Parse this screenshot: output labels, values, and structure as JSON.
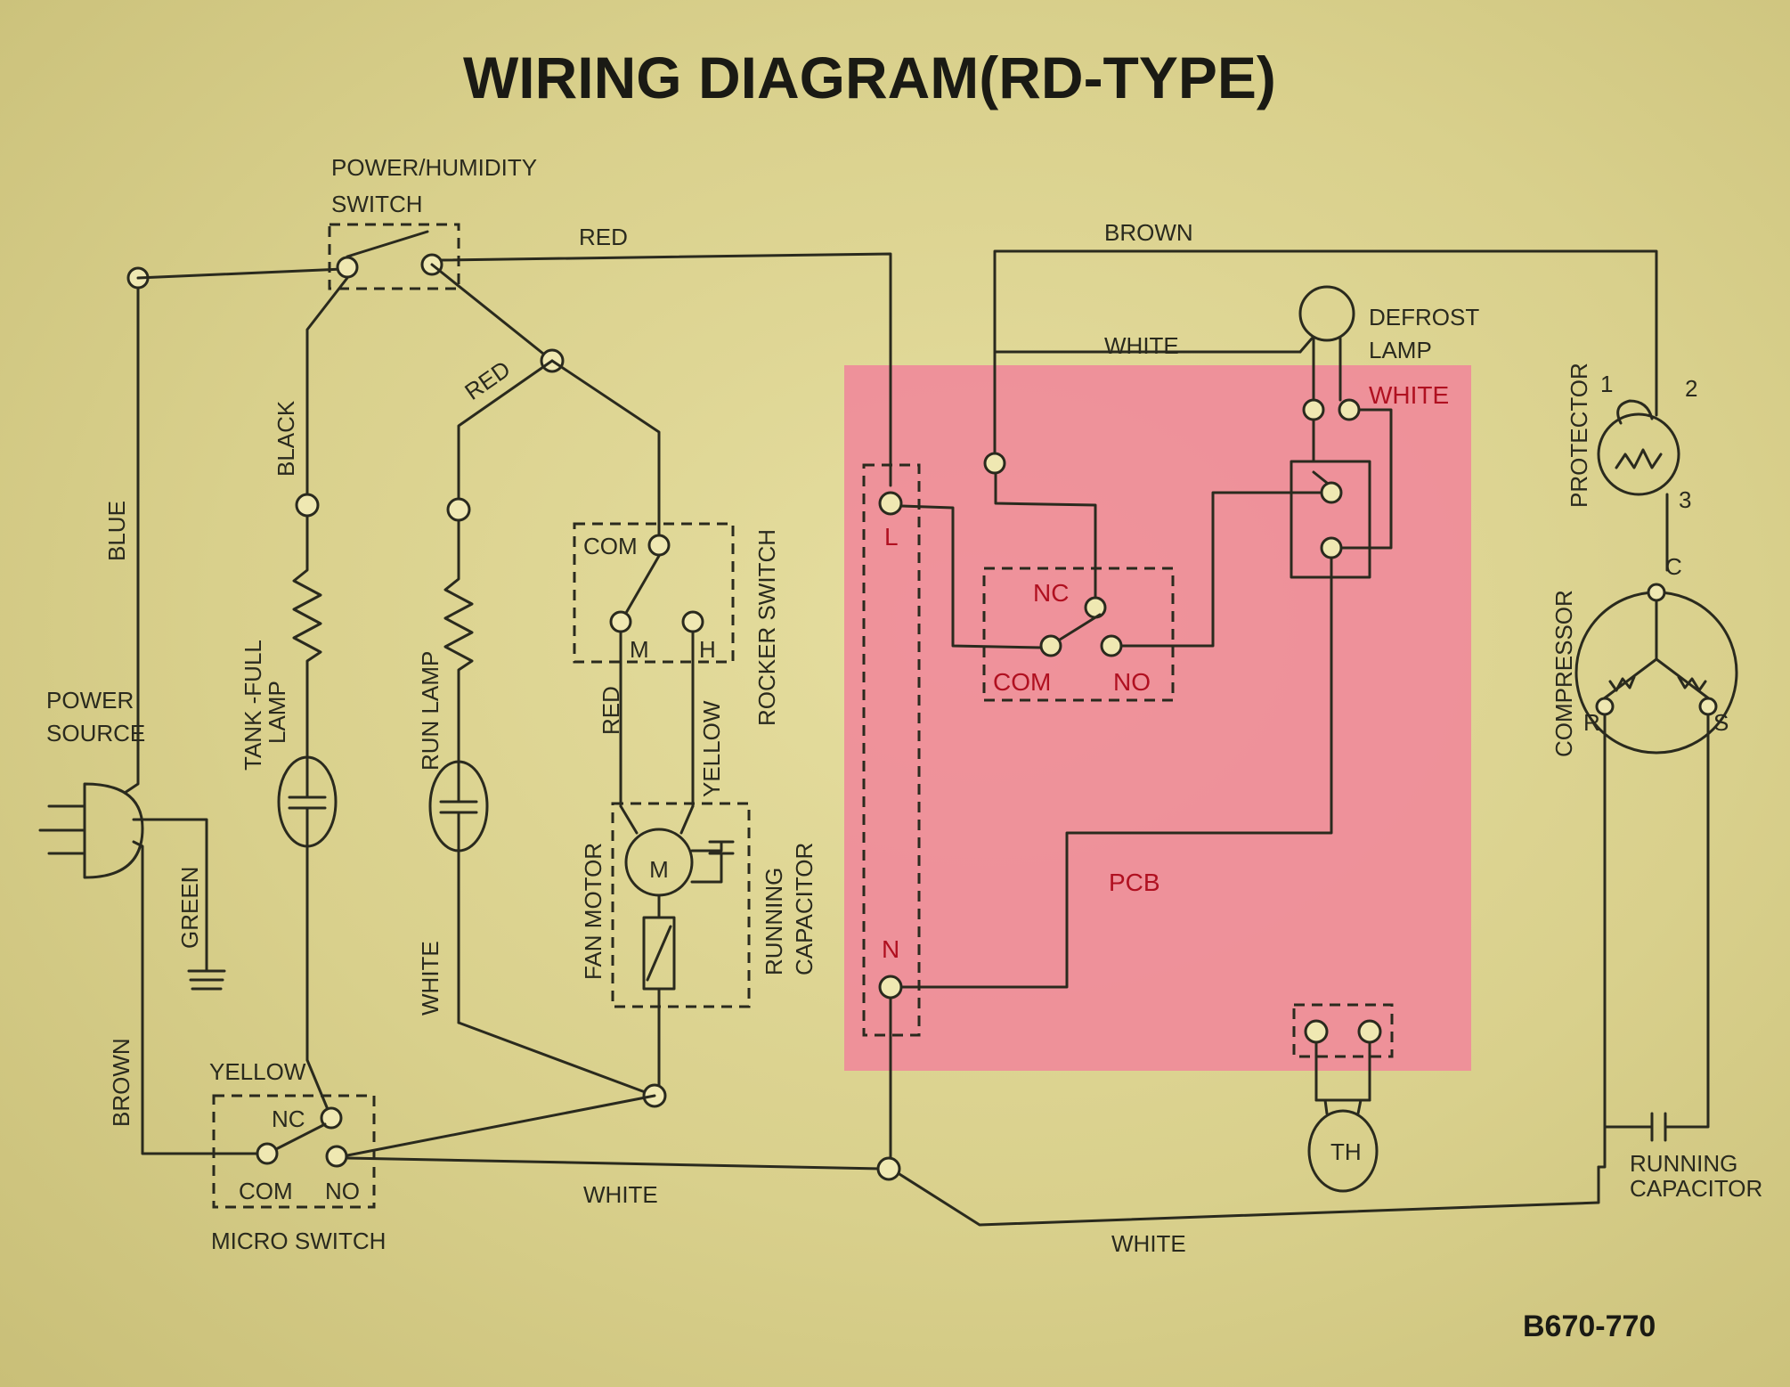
{
  "title": "WIRING DIAGRAM(RD-TYPE)",
  "part_code": "B670-770",
  "colors": {
    "pcb_fill": "#f08a9a",
    "pcb_wire": "#b01020",
    "ink": "#2a2a1e"
  },
  "components": {
    "power_humidity_switch_line1": "POWER/HUMIDITY",
    "power_humidity_switch_line2": "SWITCH",
    "power_source_line1": "POWER",
    "power_source_line2": "SOURCE",
    "tank_full_lamp_line1": "TANK -FULL",
    "tank_full_lamp_line2": "LAMP",
    "run_lamp": "RUN LAMP",
    "rocker_switch": "ROCKER SWITCH",
    "rocker_com": "COM",
    "rocker_m": "M",
    "rocker_h": "H",
    "fan_motor": "FAN MOTOR",
    "fan_motor_symbol": "M",
    "running_capacitor_line1": "RUNNING",
    "running_capacitor_line2": "CAPACITOR",
    "micro_switch": "MICRO SWITCH",
    "micro_nc": "NC",
    "micro_com": "COM",
    "micro_no": "NO",
    "pcb": "PCB",
    "pcb_l": "L",
    "pcb_n": "N",
    "relay_nc": "NC",
    "relay_com": "COM",
    "relay_no": "NO",
    "defrost_lamp_line1": "DEFROST",
    "defrost_lamp_line2": "LAMP",
    "protector": "PROTECTOR",
    "protector_pin1": "1",
    "protector_pin2": "2",
    "protector_pin3": "3",
    "compressor": "COMPRESSOR",
    "compressor_c": "C",
    "compressor_r": "R",
    "compressor_s": "S",
    "th": "TH",
    "comp_capacitor_line1": "RUNNING",
    "comp_capacitor_line2": "CAPACITOR"
  },
  "wires": {
    "red_top": "RED",
    "red_mid": "RED",
    "red_rocker": "RED",
    "yellow_rocker": "YELLOW",
    "blue": "BLUE",
    "black": "BLACK",
    "green": "GREEN",
    "brown_left": "BROWN",
    "yellow_micro": "YELLOW",
    "white_run": "WHITE",
    "white_bottom_left": "WHITE",
    "white_bottom_right": "WHITE",
    "brown_top": "BROWN",
    "white_top": "WHITE",
    "white_defrost": "WHITE"
  }
}
